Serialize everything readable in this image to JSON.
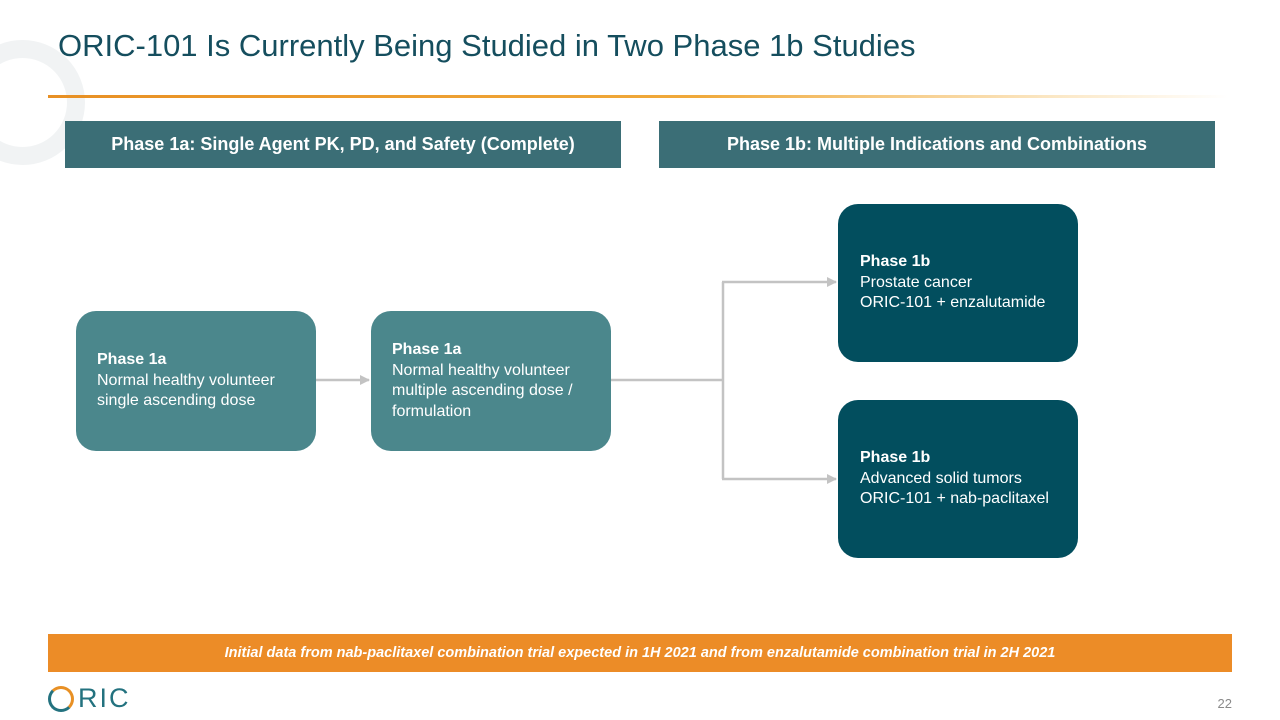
{
  "slide": {
    "title": "ORIC-101 Is Currently Being Studied in Two Phase 1b Studies",
    "page_number": "22"
  },
  "headers": {
    "phase_1a": "Phase 1a: Single Agent PK, PD, and Safety (Complete)",
    "phase_1b": "Phase 1b: Multiple Indications and Combinations"
  },
  "boxes": {
    "sad": {
      "title": "Phase 1a",
      "line1": "Normal healthy volunteer",
      "line2": "single ascending dose"
    },
    "mad": {
      "title": "Phase 1a",
      "line1": "Normal healthy volunteer",
      "line2": "multiple ascending dose /",
      "line3": "formulation"
    },
    "prostate": {
      "title": "Phase 1b",
      "line1": "Prostate cancer",
      "line2": "ORIC-101 + enzalutamide"
    },
    "solid": {
      "title": "Phase 1b",
      "line1": "Advanced solid tumors",
      "line2": "ORIC-101 + nab-paclitaxel"
    }
  },
  "banner": {
    "text": "Initial data from nab-paclitaxel combination trial expected in 1H 2021 and from enzalutamide combination trial in 2H 2021"
  },
  "logo": {
    "text": "ORIC",
    "letters_after_o": "RIC"
  },
  "colors": {
    "title": "#154e5e",
    "header_fill": "#3b6e76",
    "phase_1a_box": "#4b878c",
    "phase_1b_box": "#024e5e",
    "banner": "#ec8c27",
    "connector": "#c3c3c3",
    "accent_orange": "#e89024"
  }
}
